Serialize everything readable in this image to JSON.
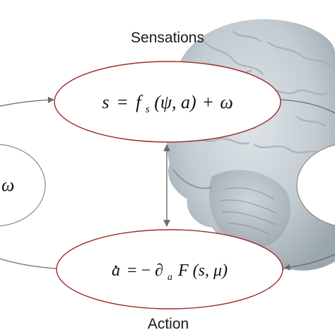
{
  "diagram": {
    "top_label": "Sensations",
    "bottom_label": "Action",
    "sensation_equation": {
      "lhs": "s",
      "eq": "=",
      "f": "f",
      "f_sub": "s",
      "args": "(ψ, a)",
      "plus": "+",
      "omega": "ω"
    },
    "action_equation": {
      "lhs": "a",
      "eq": "=",
      "minus": "−",
      "partial": "∂",
      "partial_sub": "a",
      "F": "F",
      "args": "(s, μ)"
    },
    "left_partial_text": "ω",
    "colors": {
      "ellipse_stroke": "#9e2b2b",
      "side_ellipse_stroke": "#8a8a8a",
      "arrow": "#6b6b6b",
      "brain_base": "#c3ccd2"
    },
    "icons": [
      "brain-image",
      "double-headed-arrow",
      "cycle-arrows"
    ]
  }
}
